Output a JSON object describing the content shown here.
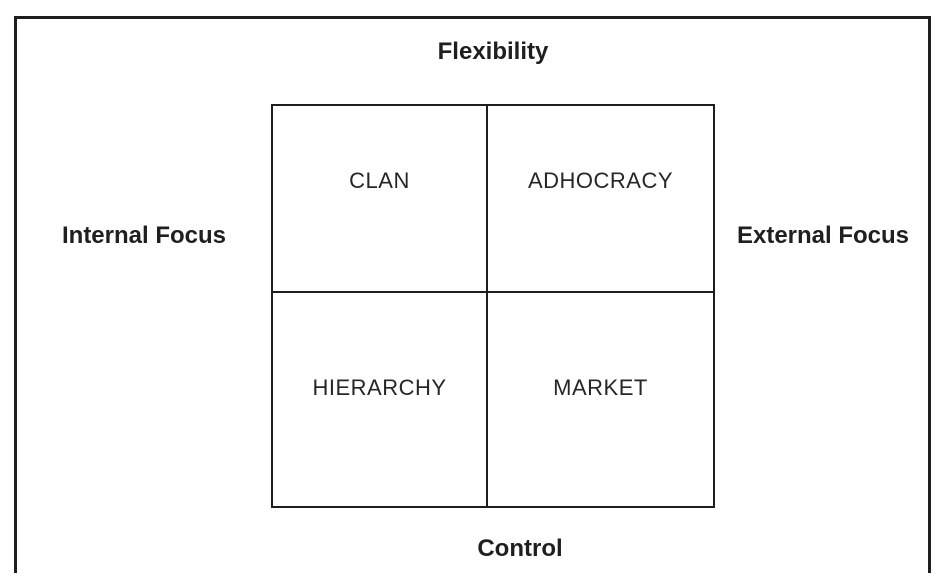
{
  "figure": {
    "type": "2x2-quadrant-matrix",
    "axes": {
      "top": "Flexibility",
      "bottom": "Control",
      "left": "Internal Focus",
      "right": "External Focus"
    },
    "quadrants": {
      "top_left": "CLAN",
      "top_right": "ADHOCRACY",
      "bottom_left": "HIERARCHY",
      "bottom_right": "MARKET"
    },
    "colors": {
      "line": "#1e1e1e",
      "text": "#212121",
      "background": "#ffffff"
    }
  }
}
